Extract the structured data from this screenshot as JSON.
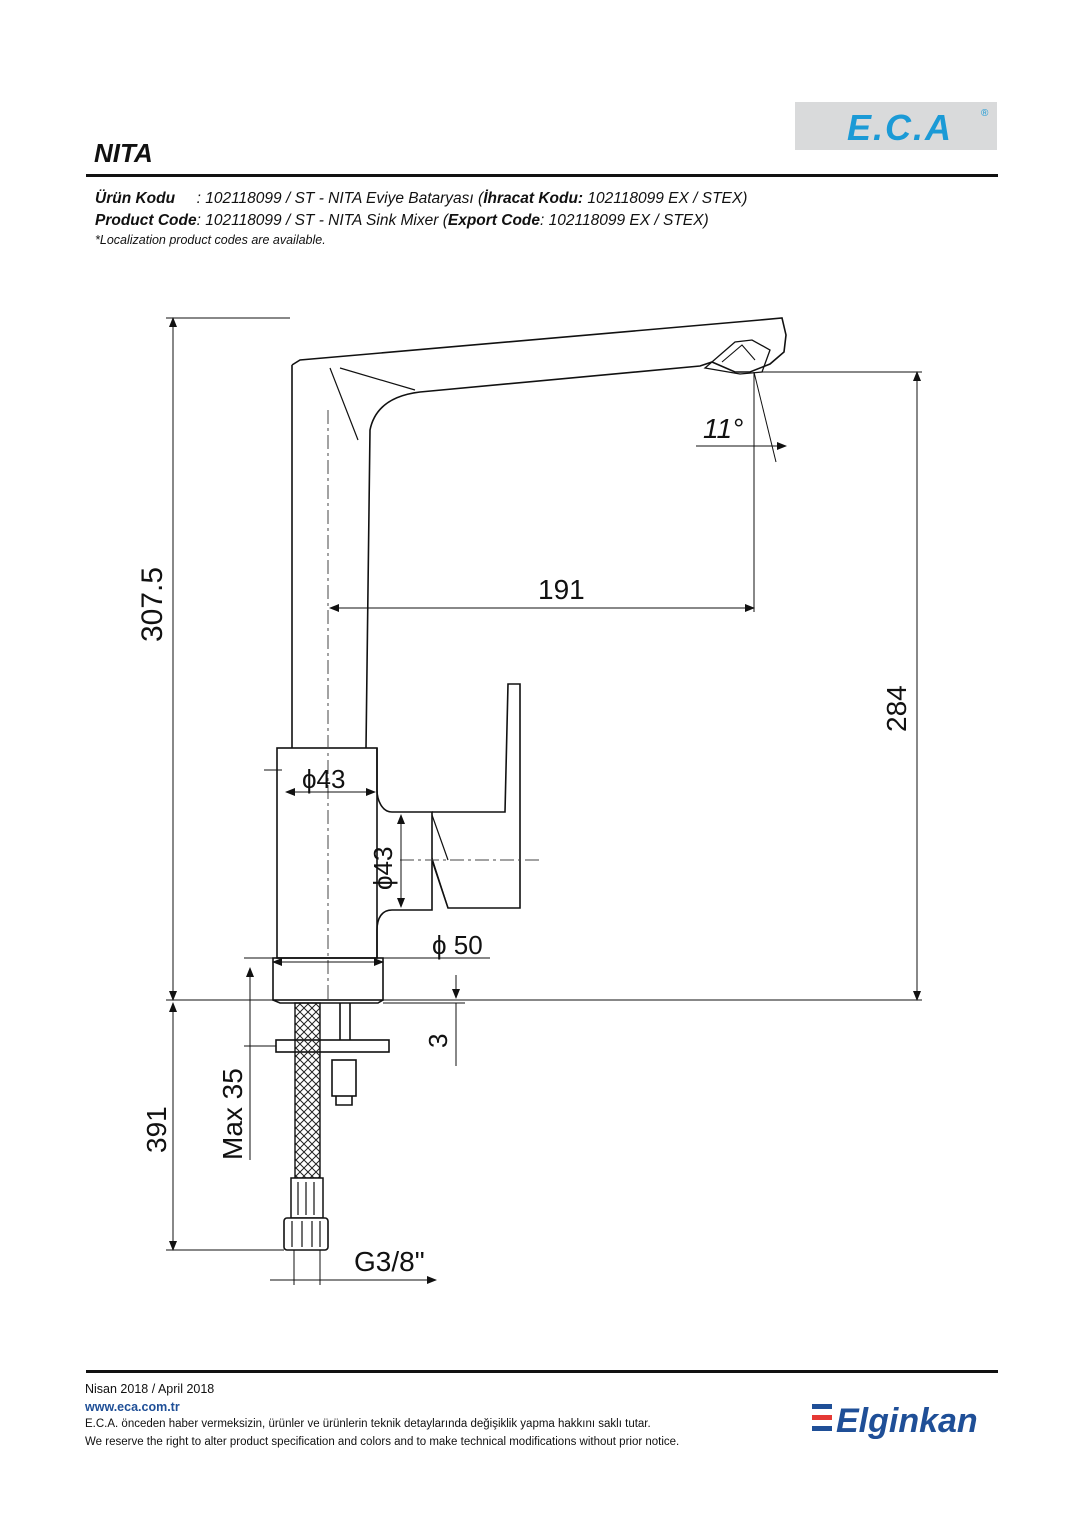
{
  "header": {
    "title": "NITA",
    "brand_logo": "E.C.A",
    "brand_mark": "®",
    "brand_color": "#1b9ad6",
    "logo_bg": "#d9dadb"
  },
  "product": {
    "tr_label": "Ürün Kodu",
    "tr_text_1": "     : 102118099 / ST - NITA Eviye Bataryası (",
    "tr_export_label": "İhracat Kodu:",
    "tr_text_2": " 102118099 EX / STEX)",
    "en_label": "Product Code",
    "en_text_1": ": 102118099 / ST - NITA Sink Mixer (",
    "en_export_label": "Export Code",
    "en_text_2": ": 102118099 EX / STEX)",
    "note": "*Localization product codes are available."
  },
  "dimensions": {
    "height_total": "307.5",
    "spout_reach": "191",
    "spout_height": "284",
    "spout_angle": "11°",
    "body_diameter": "ϕ43",
    "handle_diameter": "ϕ43",
    "base_diameter": "ϕ 50",
    "base_thickness": "3",
    "max_thickness": "Max 35",
    "hose_length": "391",
    "connection": "G3/8\""
  },
  "footer": {
    "date": "Nisan 2018 / April 2018",
    "website": "www.eca.com.tr",
    "disclaimer_tr": "E.C.A. önceden haber vermeksizin, ürünler ve ürünlerin teknik detaylarında değişiklik yapma hakkını saklı tutar.",
    "disclaimer_en": "We reserve the right to alter product specification and colors and to make technical modifications without prior notice.",
    "brand": "Elginkan",
    "brand_color": "#1f4f97",
    "brand_accent": "#e53935"
  }
}
